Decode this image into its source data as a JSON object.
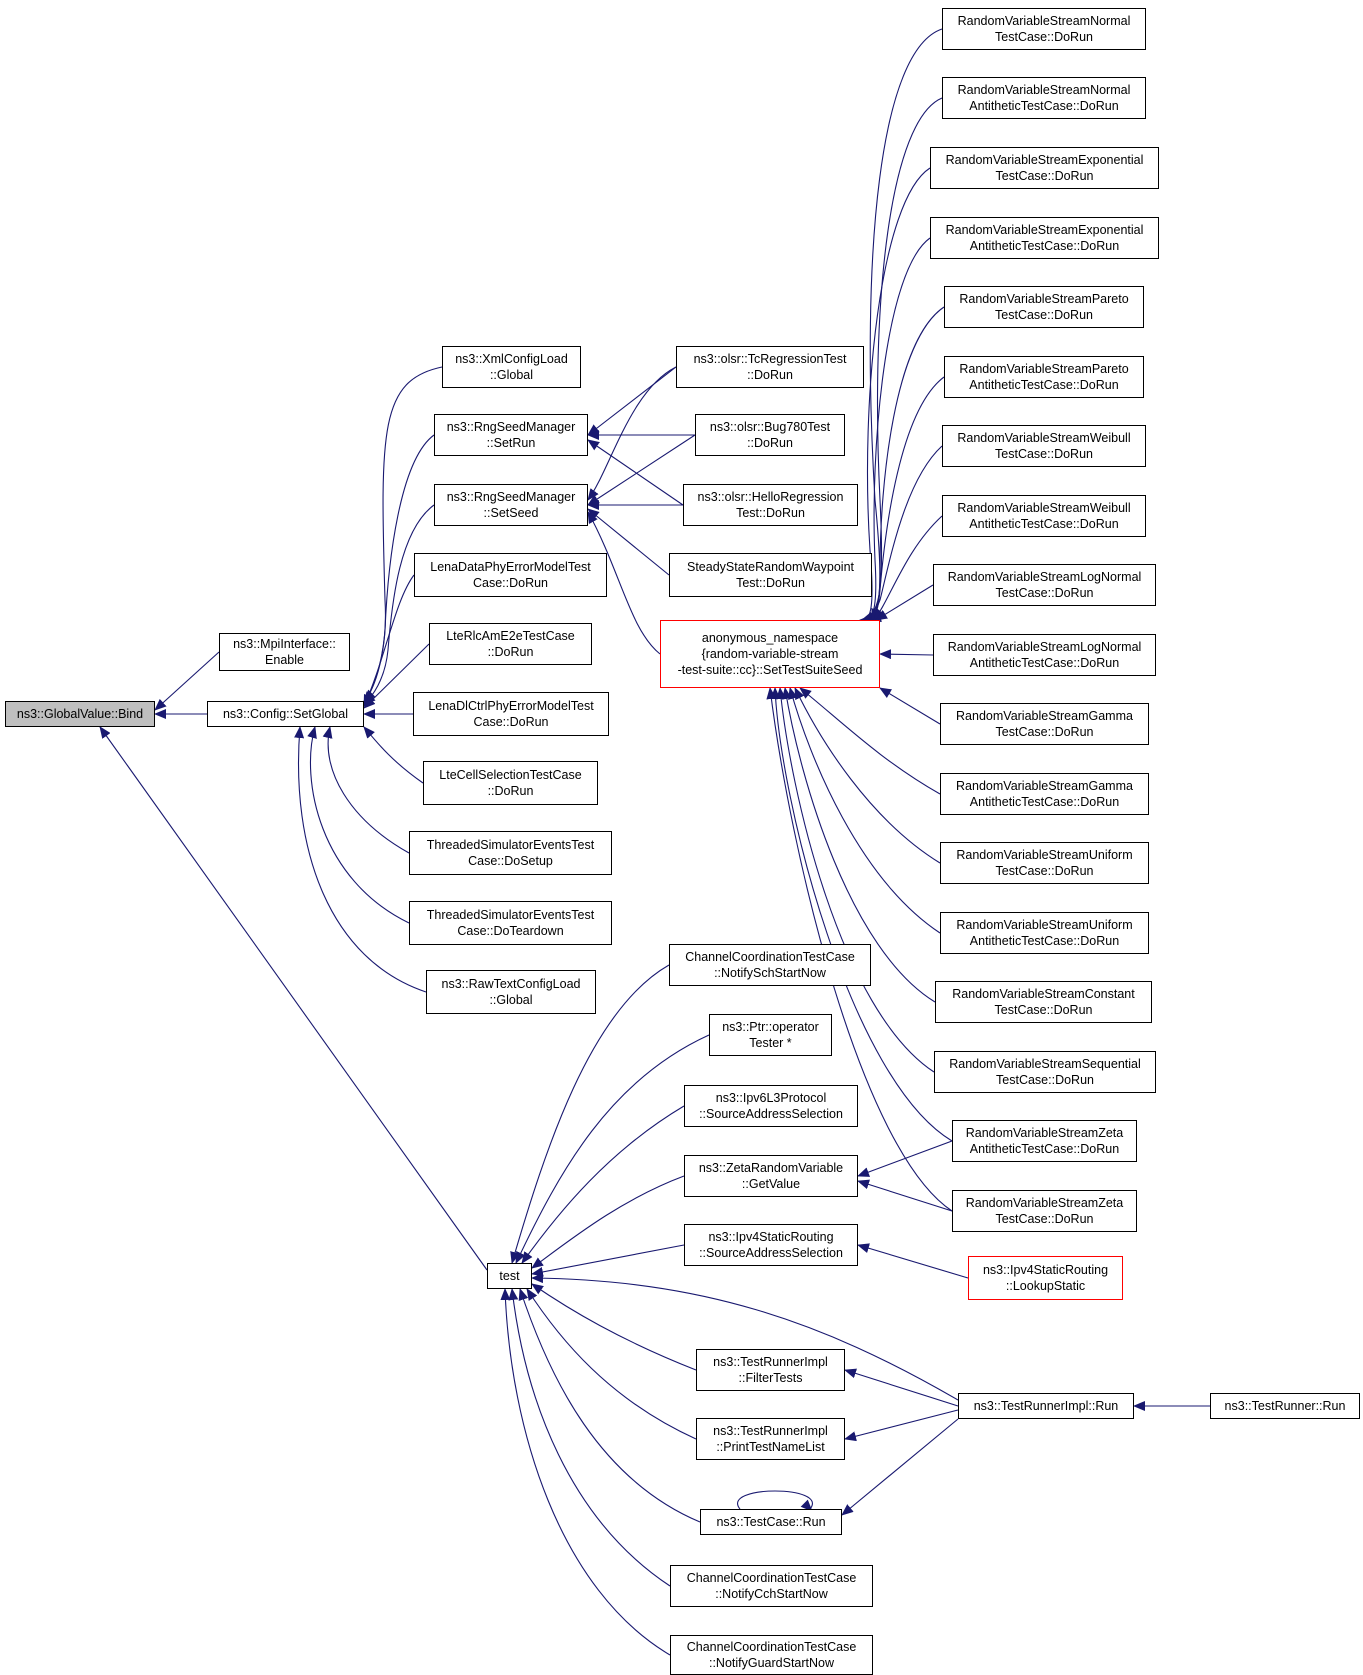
{
  "colors": {
    "edge": "#191970",
    "node_border": "#000000",
    "truncated_border": "#ff0000",
    "focus_fill": "#bfbfbf"
  },
  "nodes": [
    {
      "id": "bind",
      "lines": [
        "ns3::GlobalValue::Bind"
      ],
      "focus": true
    },
    {
      "id": "mpi",
      "lines": [
        "ns3::MpiInterface::",
        "Enable"
      ]
    },
    {
      "id": "setglobal",
      "lines": [
        "ns3::Config::SetGlobal"
      ]
    },
    {
      "id": "test",
      "lines": [
        "test"
      ]
    },
    {
      "id": "xmlcfg",
      "lines": [
        "ns3::XmlConfigLoad",
        "::Global"
      ]
    },
    {
      "id": "setrun",
      "lines": [
        "ns3::RngSeedManager",
        "::SetRun"
      ]
    },
    {
      "id": "setseed",
      "lines": [
        "ns3::RngSeedManager",
        "::SetSeed"
      ]
    },
    {
      "id": "lenadata",
      "lines": [
        "LenaDataPhyErrorModelTest",
        "Case::DoRun"
      ]
    },
    {
      "id": "lterlc",
      "lines": [
        "LteRlcAmE2eTestCase",
        "::DoRun"
      ]
    },
    {
      "id": "lenadl",
      "lines": [
        "LenaDlCtrlPhyErrorModelTest",
        "Case::DoRun"
      ]
    },
    {
      "id": "ltecell",
      "lines": [
        "LteCellSelectionTestCase",
        "::DoRun"
      ]
    },
    {
      "id": "thrsetup",
      "lines": [
        "ThreadedSimulatorEventsTest",
        "Case::DoSetup"
      ]
    },
    {
      "id": "thrtear",
      "lines": [
        "ThreadedSimulatorEventsTest",
        "Case::DoTeardown"
      ]
    },
    {
      "id": "rawcfg",
      "lines": [
        "ns3::RawTextConfigLoad",
        "::Global"
      ]
    },
    {
      "id": "olsrtc",
      "lines": [
        "ns3::olsr::TcRegressionTest",
        "::DoRun"
      ]
    },
    {
      "id": "olsrbug",
      "lines": [
        "ns3::olsr::Bug780Test",
        "::DoRun"
      ]
    },
    {
      "id": "olsrhello",
      "lines": [
        "ns3::olsr::HelloRegression",
        "Test::DoRun"
      ]
    },
    {
      "id": "steady",
      "lines": [
        "SteadyStateRandomWaypoint",
        "Test::DoRun"
      ]
    },
    {
      "id": "anon",
      "lines": [
        "anonymous_namespace",
        "{random-variable-stream",
        "-test-suite::cc}::SetTestSuiteSeed"
      ],
      "red": true
    },
    {
      "id": "rvnormal",
      "lines": [
        "RandomVariableStreamNormal",
        "TestCase::DoRun"
      ]
    },
    {
      "id": "rvnormala",
      "lines": [
        "RandomVariableStreamNormal",
        "AntitheticTestCase::DoRun"
      ]
    },
    {
      "id": "rvexp",
      "lines": [
        "RandomVariableStreamExponential",
        "TestCase::DoRun"
      ]
    },
    {
      "id": "rvexpa",
      "lines": [
        "RandomVariableStreamExponential",
        "AntitheticTestCase::DoRun"
      ]
    },
    {
      "id": "rvpar",
      "lines": [
        "RandomVariableStreamPareto",
        "TestCase::DoRun"
      ]
    },
    {
      "id": "rvpara",
      "lines": [
        "RandomVariableStreamPareto",
        "AntitheticTestCase::DoRun"
      ]
    },
    {
      "id": "rvwei",
      "lines": [
        "RandomVariableStreamWeibull",
        "TestCase::DoRun"
      ]
    },
    {
      "id": "rvweia",
      "lines": [
        "RandomVariableStreamWeibull",
        "AntitheticTestCase::DoRun"
      ]
    },
    {
      "id": "rvlog",
      "lines": [
        "RandomVariableStreamLogNormal",
        "TestCase::DoRun"
      ]
    },
    {
      "id": "rvloga",
      "lines": [
        "RandomVariableStreamLogNormal",
        "AntitheticTestCase::DoRun"
      ]
    },
    {
      "id": "rvgam",
      "lines": [
        "RandomVariableStreamGamma",
        "TestCase::DoRun"
      ]
    },
    {
      "id": "rvgama",
      "lines": [
        "RandomVariableStreamGamma",
        "AntitheticTestCase::DoRun"
      ]
    },
    {
      "id": "rvuni",
      "lines": [
        "RandomVariableStreamUniform",
        "TestCase::DoRun"
      ]
    },
    {
      "id": "rvunia",
      "lines": [
        "RandomVariableStreamUniform",
        "AntitheticTestCase::DoRun"
      ]
    },
    {
      "id": "rvcon",
      "lines": [
        "RandomVariableStreamConstant",
        "TestCase::DoRun"
      ]
    },
    {
      "id": "rvseq",
      "lines": [
        "RandomVariableStreamSequential",
        "TestCase::DoRun"
      ]
    },
    {
      "id": "rvzetaa",
      "lines": [
        "RandomVariableStreamZeta",
        "AntitheticTestCase::DoRun"
      ]
    },
    {
      "id": "rvzeta",
      "lines": [
        "RandomVariableStreamZeta",
        "TestCase::DoRun"
      ]
    },
    {
      "id": "chsch",
      "lines": [
        "ChannelCoordinationTestCase",
        "::NotifySchStartNow"
      ]
    },
    {
      "id": "ptrop",
      "lines": [
        "ns3::Ptr::operator",
        "Tester *"
      ]
    },
    {
      "id": "ipv6sel",
      "lines": [
        "ns3::Ipv6L3Protocol",
        "::SourceAddressSelection"
      ]
    },
    {
      "id": "zetagv",
      "lines": [
        "ns3::ZetaRandomVariable",
        "::GetValue"
      ]
    },
    {
      "id": "ipv4sel",
      "lines": [
        "ns3::Ipv4StaticRouting",
        "::SourceAddressSelection"
      ]
    },
    {
      "id": "ipv4lookup",
      "lines": [
        "ns3::Ipv4StaticRouting",
        "::LookupStatic"
      ],
      "red": true
    },
    {
      "id": "filter",
      "lines": [
        "ns3::TestRunnerImpl",
        "::FilterTests"
      ]
    },
    {
      "id": "printlist",
      "lines": [
        "ns3::TestRunnerImpl",
        "::PrintTestNameList"
      ]
    },
    {
      "id": "runnerimpl",
      "lines": [
        "ns3::TestRunnerImpl::Run"
      ]
    },
    {
      "id": "runner",
      "lines": [
        "ns3::TestRunner::Run"
      ]
    },
    {
      "id": "tcrun",
      "lines": [
        "ns3::TestCase::Run"
      ]
    },
    {
      "id": "chcch",
      "lines": [
        "ChannelCoordinationTestCase",
        "::NotifyCchStartNow"
      ]
    },
    {
      "id": "chguard",
      "lines": [
        "ChannelCoordinationTestCase",
        "::NotifyGuardStartNow"
      ]
    }
  ]
}
